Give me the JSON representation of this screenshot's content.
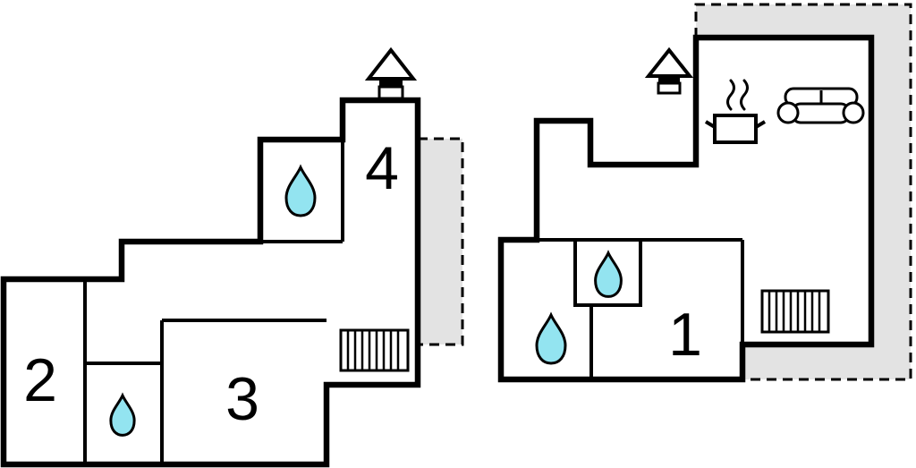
{
  "colors": {
    "background": "#ffffff",
    "wall": "#000000",
    "water": "#93e4f0",
    "terrace": "#e3e3e3"
  },
  "units": {
    "left": {
      "rooms": [
        {
          "label": "4"
        },
        {
          "label": "2"
        },
        {
          "label": "3"
        }
      ],
      "icons": [
        {
          "name": "chimney-icon"
        },
        {
          "name": "water-drop-icon"
        },
        {
          "name": "water-drop-icon"
        },
        {
          "name": "radiator-icon"
        },
        {
          "name": "terrace-area"
        }
      ]
    },
    "right": {
      "rooms": [
        {
          "label": "1"
        }
      ],
      "icons": [
        {
          "name": "chimney-icon"
        },
        {
          "name": "stove-steam-icon"
        },
        {
          "name": "sofa-icon"
        },
        {
          "name": "water-drop-icon"
        },
        {
          "name": "water-drop-icon"
        },
        {
          "name": "radiator-icon"
        },
        {
          "name": "terrace-area"
        }
      ]
    }
  }
}
